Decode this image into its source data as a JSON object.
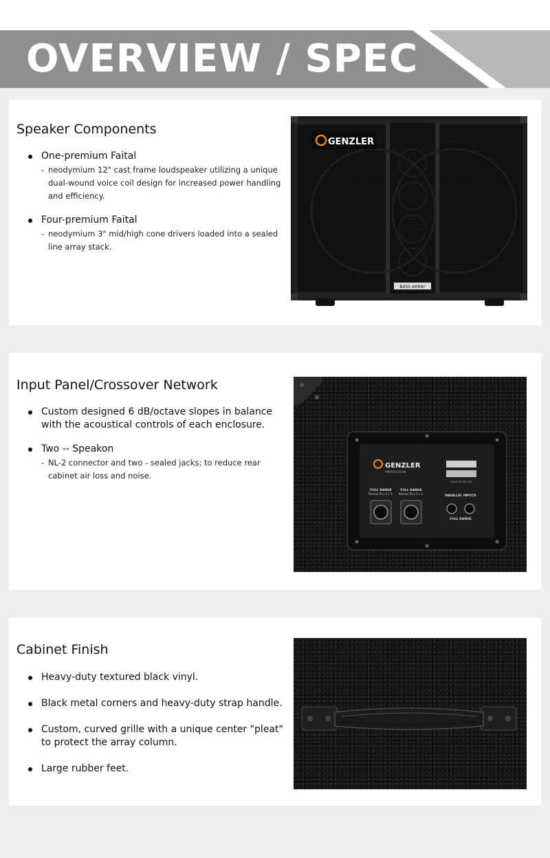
{
  "header": {
    "title": "OVERVIEW / SPEC"
  },
  "sections": [
    {
      "title": "Speaker Components",
      "items": [
        {
          "text": "One-premium Faital",
          "sub": "neodymium 12\" cast frame loudspeaker utilizing a unique dual-wound voice coil design for increased power handling and efficiency."
        },
        {
          "text": "Four-premium Faital",
          "sub": "neodymium 3\" mid/high cone drivers loaded into a sealed line array stack."
        }
      ],
      "image": {
        "brand": "GENZLER",
        "badge": "BASS ARRAY"
      }
    },
    {
      "title": "Input Panel/Crossover Network",
      "items": [
        {
          "text": "Custom designed 6 dB/octave slopes in balance with the acoustical controls of each enclosure."
        },
        {
          "text": "Two -- Speakon",
          "sub": "NL-2 connector and two - sealed jacks; to reduce rear cabinet air loss and noise."
        }
      ],
      "image": {
        "brand": "GENZLER",
        "brand_sub": "AMPLIFICATION",
        "label_left": "FULL RANGE",
        "label_left_sub": "Passive Pins 1+ 1-",
        "label_mid": "FULL RANGE",
        "label_mid_sub": "Passive Pins 1+ 1-",
        "label_parallel": "PARALLEL INPUTS",
        "label_full": "FULL RANGE",
        "made": "MADE IN THE USA"
      }
    },
    {
      "title": "Cabinet Finish",
      "items": [
        {
          "text": "Heavy-duty textured black vinyl."
        },
        {
          "text": "Black metal corners and heavy-duty strap handle."
        },
        {
          "text": "Custom, curved grille with a unique center \"pleat\" to protect the array column."
        },
        {
          "text": "Large rubber feet."
        }
      ]
    }
  ]
}
